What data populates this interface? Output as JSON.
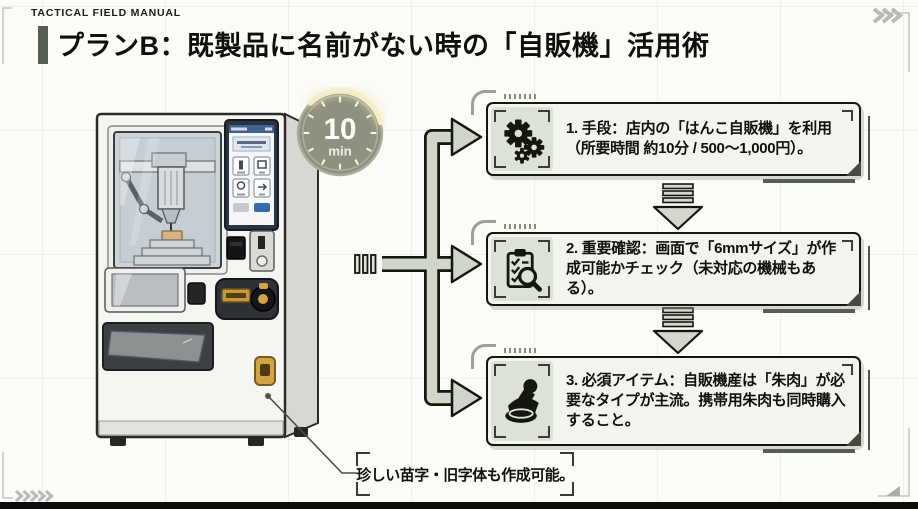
{
  "header": {
    "eyebrow": "TACTICAL FIELD MANUAL",
    "title": "プランB：既製品に名前がない時の「自販機」活用術"
  },
  "badge": {
    "value": "10",
    "unit": "min"
  },
  "steps": [
    {
      "number": "1",
      "icon": "gears-icon",
      "text": "1. 手段：店内の「はんこ自販機」を利用（所要時間 約10分 / 500～1,000円）。"
    },
    {
      "number": "2",
      "icon": "clipboard-search-icon",
      "text": "2. 重要確認：画面で「6mmサイズ」が作成可能かチェック（未対応の機械もある）。"
    },
    {
      "number": "3",
      "icon": "stamp-icon",
      "text": "3. 必須アイテム：自販機産は「朱肉」が必要なタイプが主流。携帯用朱肉も同時購入すること。"
    }
  ],
  "caption": "珍しい苗字・旧字体も作成可能。",
  "colors": {
    "accent_dark": "#565d52",
    "arrow_fill": "#cfd5c9",
    "card_bg": "#f2f4ed",
    "icon_panel_bg": "#dde2d7",
    "badge_fill": "#8e9180",
    "glow": "#f3edc8",
    "gold": "#d4a343",
    "screen_blue": "#41628c"
  }
}
